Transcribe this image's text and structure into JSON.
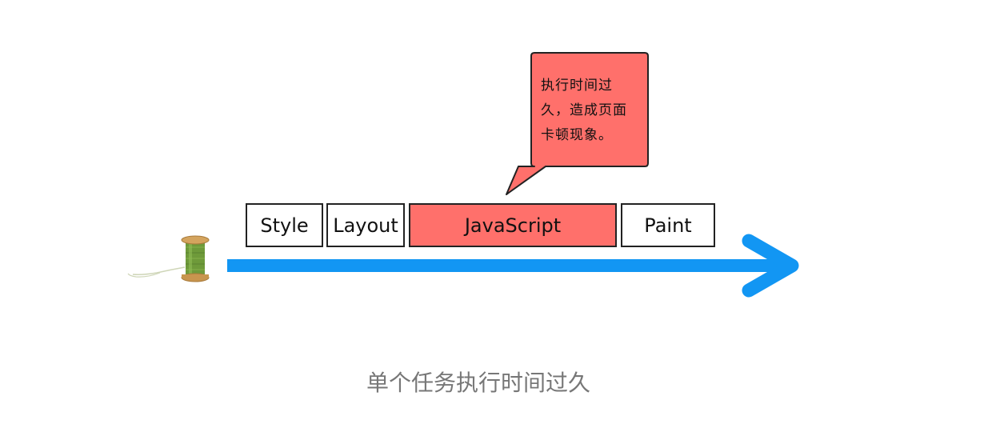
{
  "tasks": [
    {
      "label": "Style",
      "highlight": false
    },
    {
      "label": "Layout",
      "highlight": false
    },
    {
      "label": "JavaScript",
      "highlight": true
    },
    {
      "label": "Paint",
      "highlight": false
    }
  ],
  "callout": {
    "lines": [
      "执行时间过",
      "久，造成页面",
      "卡顿现象。"
    ]
  },
  "caption": "单个任务执行时间过久",
  "colors": {
    "highlight": "#ff706b",
    "arrow": "#1296f3",
    "caption": "#777777"
  },
  "icons": {
    "spool": "thread-spool-icon",
    "arrow": "timeline-arrow-icon"
  }
}
